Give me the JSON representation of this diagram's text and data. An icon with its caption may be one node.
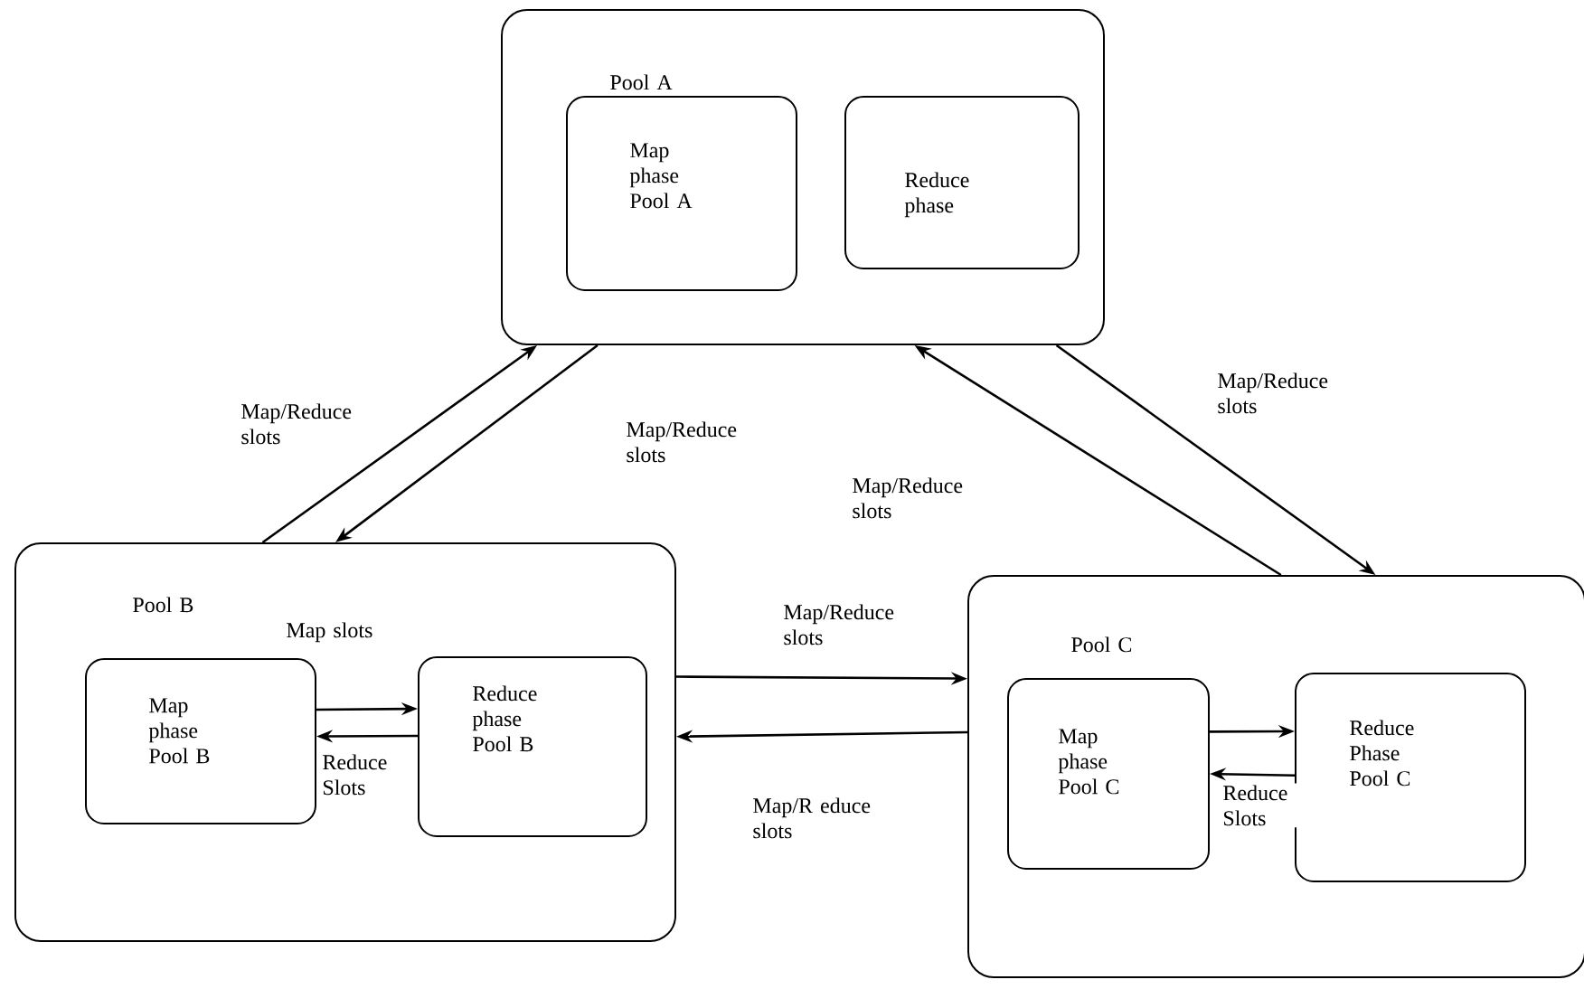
{
  "diagram": {
    "nodes": [
      {
        "text": [
          "Pool A"
        ]
      },
      {
        "text": [
          "Map phase Pool A"
        ],
        "in": 0
      },
      {
        "text": [
          "Reduce phase"
        ],
        "in": 0
      },
      {
        "text": [
          "Pool B"
        ]
      },
      {
        "text": [
          "Map phase Pool B"
        ],
        "in": 3
      },
      {
        "text": [
          "Reduce phase Pool B"
        ],
        "in": 3
      },
      {
        "text": [
          "Pool C"
        ]
      },
      {
        "text": [
          "Map phase Pool C"
        ],
        "in": 6
      },
      {
        "text": [
          "Reduce Phase Pool C"
        ],
        "in": 6
      }
    ],
    "edges": [
      {
        "from": 3,
        "to": 0,
        "arrow": "to",
        "label": "Map/Reduce slots"
      },
      {
        "from": 0,
        "to": 3,
        "arrow": "to",
        "label": "Map/Reduce slots"
      },
      {
        "from": 6,
        "to": 0,
        "arrow": "to",
        "label": "Map/Reduce slots"
      },
      {
        "from": 0,
        "to": 6,
        "arrow": "to",
        "label": "Map/Reduce slots"
      },
      {
        "from": 3,
        "to": 6,
        "arrow": "to",
        "label": "Map/Reduce slots"
      },
      {
        "from": 6,
        "to": 3,
        "arrow": "to",
        "label": "Map/R educe slots"
      },
      {
        "from": 4,
        "to": 5,
        "arrow": "to",
        "label": "Map slots"
      },
      {
        "from": 5,
        "to": 4,
        "arrow": "to",
        "label": "Reduce Slots"
      },
      {
        "from": 7,
        "to": 8,
        "arrow": "to"
      },
      {
        "from": 8,
        "to": 7,
        "arrow": "to",
        "label": "Reduce Slots"
      }
    ]
  }
}
